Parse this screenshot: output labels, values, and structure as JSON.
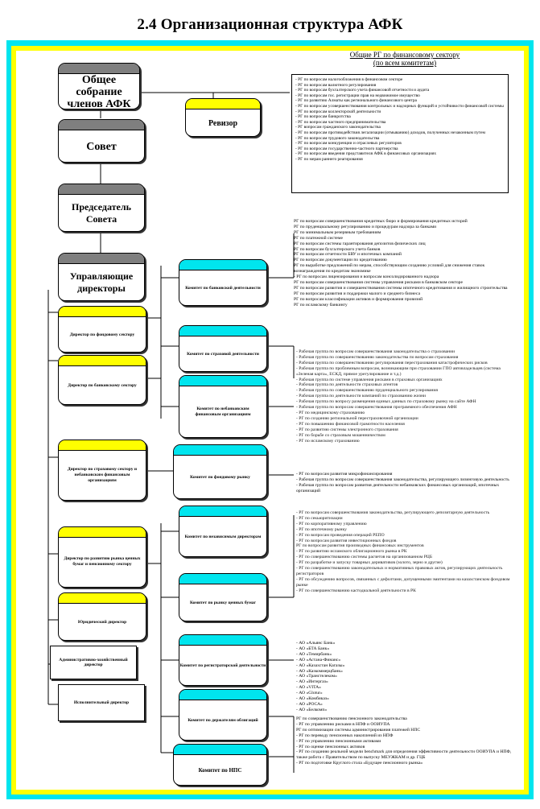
{
  "title": "2.4  Организационная структура АФК",
  "header_note": {
    "line1": "Общие РГ по финансовому сектору",
    "line2": "(по всем комитетам)"
  },
  "nodes": {
    "general_meeting": "Общее собрание членов АФК",
    "revisor": "Ревизор",
    "council": "Совет",
    "chairman": "Председатель Совета",
    "managing_directors": "Управляющие директоры",
    "dir_fin": "Директор по фондовому сектору",
    "dir_bank": "Директор по банковскому сектору",
    "dir_ins": "Директор по страховому сектору и небанковским финансовым организациям",
    "dir_rcb": "Директор по развитию рынка ценных бумаг и пенсионному сектору",
    "dir_legal": "Юридический директор",
    "adm_dir": "Административно-хозяйственный директор",
    "exec_dir": "Исполнительный директор",
    "com_bank": "Комитет по банковской деятельности",
    "com_ins": "Комитет по страховой деятельности",
    "com_nbfo": "Комитет по небанковским финансовым организациям",
    "com_fund": "Комитет по фондовому рынку",
    "com_ind": "Комитет по независимым директорам",
    "com_rcb": "Комитет по рынку ценных бумаг",
    "com_reg": "Комитет по регистраторской деятельности",
    "com_oblig": "Комитет по держателям облигаций",
    "com_nps": "Комитет по НПС"
  },
  "lists": {
    "general_rg": [
      "- РГ по вопросам налогообложения в финансовом секторе",
      "- РГ по вопросам валютного регулирования",
      "- РГ по вопросам бухгалтерского учета финансовой отчетности и аудита",
      "- РГ по вопросам гос. регистрации прав на недвижимое имущество",
      "- РГ по развитию Алматы как регионального финансового центра",
      "- РГ по вопросам усовершенствования контрольных и надзорных функций и устойчивости финансовой системы",
      "- РГ по вопросам коллекторской деятельности",
      "- РГ по вопросам банкротства",
      "- РГ по вопросам частного предпринимательства",
      "- РГ вопросам гражданского законодательства",
      "- РГ по вопросам противодействия легализации (отмыванию) доходов, полученных незаконным путем",
      "- РГ по вопросам трудового законодательства",
      "- РГ по вопросам конкуренции и отраслевых регуляторов",
      "- РГ по вопросам государственно-частного партнерства",
      "- РГ по вопросам введения представителя АФК в финансовых организациях",
      "- РГ по мерам раннего реагирования"
    ],
    "bank_rg": [
      "РГ по вопросам совершенствования кредитных бюро и формирования кредитных историй",
      "РГ по пруденциальному регулированию и процедурам надзора за банками",
      "РГ по минимальным резервным требованиям",
      "РГ по платежной системе",
      "РГ по вопросам системы гарантирования депозитов физических лиц",
      "РГ по вопросам бухгалтерского учета банков",
      "РГ по вопросам отчетности БВУ и ипотечных компаний",
      "РГ по вопросам документации по кредитованию",
      "РГ по выработке предложений по мерам, способствующим созданию условий для снижения ставок вознаграждения по кредитам экономике",
      "- РГ по вопросам лицензирования и вопросам консолидированного надзора",
      "РГ по вопросам совершенствования системы управления рисками в банковском секторе",
      "РГ по вопросам развития и совершенствования системы ипотечного кредитования и жилищного строительства",
      "РГ по вопросам развития и поддержки малого и среднего бизнеса",
      "РГ по вопросам классификации активов и формирования провизий",
      "РГ по исламскому банкингу"
    ],
    "ins_rg": [
      "- Рабочая группа по вопросам совершенствования законодательства о страховании",
      "- Рабочая группа по совершенствованию законодательства по вопросам страхования",
      "- Рабочая группа по совершенствованию регулирования перестрахования катастрофических рисков",
      "- Рабочая группа по проблемным вопросам, возникающим при страховании ГПО автовладельцев (система «Зеленая карта», ЕСКД, прямое урегулирование и т.д.)",
      "- Рабочая группа по системе управления рисками в страховых организациях",
      "- Рабочая группа по деятельности страховых агентов",
      "- Рабочая группа по совершенствованию пруденциального регулирования",
      "- Рабочая группа по деятельности компаний по страхованию жизни",
      "- Рабочая группа по вопросу размещения единых данных по страховому рынку на сайте АФН",
      "- Рабочая группа по вопросам совершенствования программного обеспечения АФН",
      "- РГ по медицинскому страхованию",
      "- РГ по созданию региональной перестраховочной организации",
      "- РГ по повышению финансовой грамотности населения",
      "- РГ по развитию системы электронного страхования",
      "- РГ по борьбе со страховым мошенничеством",
      "- РГ по исламскому страхованию"
    ],
    "nbfo_rg": [
      "- РГ по вопросам развития микрофинансирования",
      "- Рабочая группа по вопросам совершенствования законодательства, регулирующего лизинговую деятельность",
      "- Рабочая группа по вопросам развития деятельности небанковских финансовых организаций, ипотечных организаций"
    ],
    "rcb_rg": [
      "- РГ по вопросам совершенствования законодательства, регулирующего депозитарную деятельность",
      "- РГ по секьюритизации",
      "- РГ по корпоративному управлению",
      "- РГ по ипотечному рынку",
      "- РГ по вопросам проведения операций РЕПО",
      "- РГ по вопросам развития инвестиционных фондов",
      "РГ по вопросам развития производных финансовых инструментов",
      "- РГ по развитию исламского облигационного рынка в РК",
      "- РГ по совершенствованию системы расчетов на организованном РЦБ",
      "- РГ по разработке и запуску товарных деривативов (золото, зерно и другие)",
      "- РГ по совершенствованию законодательных и нормативных правовых актов, регулирующих деятельность регистраторов",
      "- РГ по обсуждению вопросов, связанных с дефолтами, допущенными эмитентами на казахстанском фондовом рынке",
      "- РГ по совершенствованию кастодиальной деятельности в РК"
    ],
    "reg_members": [
      "- АО «Альянс Банк»",
      "- АО «БТА Банк»",
      "- АО «Темирбанк»",
      "- АО «Астана-Финанс»",
      "- АО «Казахстан Кагазы»",
      "- АО «Казкоммерцбанк»",
      "- АО «Транстелеком»",
      "- АО «Интергаз»",
      "- АО «VITA»",
      "- АО «Glotur»",
      "- АО «Комбиказ»",
      "- АО «РОСА»",
      "- АО «Белкомп»"
    ],
    "nps_rg": [
      "РГ по совершенствованию пенсионного законодательства",
      "- РГ по управлению рисками в НПФ и ООИУПА",
      "РГ по оптимизации системы администрирования платежей НПС",
      "- РГ по переводу пенсионных накоплений из НПФ",
      "- РГ по управлению пенсионными активами",
      "- РГ по оценке пенсионных активов",
      "- РГ по созданию реальной модели benchmark для определения эффективности деятельности ООИУПА и НПФ, также работа с Правительством по выпуску МЕУЖКАМ и др. ГЦБ",
      "- РГ по подготовке Круглого стола «Будущее пенсионного рынка»"
    ]
  }
}
